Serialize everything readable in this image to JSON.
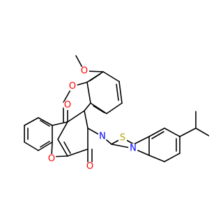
{
  "molecule": {
    "atom_labels": {
      "o_methoxy_top": "O",
      "o_methoxy_mid": "O",
      "o_ketone": "O",
      "o_chromene": "O",
      "o_lactam": "O",
      "n_pyrrole": "N",
      "n_thiazole": "N",
      "s_thiazole": "S"
    },
    "colors": {
      "bond": "#000000",
      "oxygen": "#ff0000",
      "nitrogen": "#0000ff",
      "sulfur": "#b8a400"
    }
  }
}
